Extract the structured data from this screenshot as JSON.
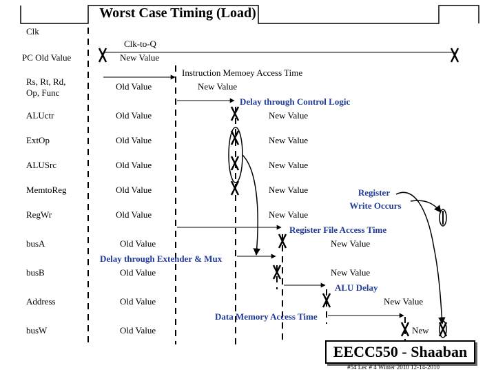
{
  "title": "Worst Case Timing (Load)",
  "signals": {
    "clk": "Clk",
    "pc": "PC Old Value",
    "rs": "Rs, Rt, Rd,",
    "rs2": "Op, Func",
    "aluctr": "ALUctr",
    "extop": "ExtOp",
    "alusrc": "ALUSrc",
    "memtoreg": "MemtoReg",
    "regwr": "RegWr",
    "busa": "busA",
    "busb": "busB",
    "address": "Address",
    "busw": "busW"
  },
  "values": {
    "old": "Old Value",
    "new": "New Value",
    "new_short": "New"
  },
  "annotations": {
    "clk_to_q": "Clk-to-Q",
    "imem": "Instruction Memoey Access Time",
    "control": "Delay through Control Logic",
    "register_write_1": "Register",
    "register_write_2": "Write Occurs",
    "regfile": "Register File Access Time",
    "extender": "Delay through Extender & Mux",
    "alu": "ALU Delay",
    "dmem": "Data Memory Access Time"
  },
  "colors": {
    "ink": "#000000",
    "annotation": "#1f3a9a"
  },
  "footer": {
    "course": "EECC550 - Shaaban",
    "note": "#54   Lec # 4   Winter 2010  12-14-2010"
  }
}
